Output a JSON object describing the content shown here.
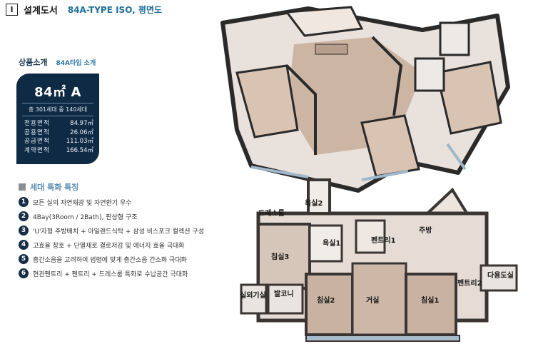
{
  "header": {
    "section_number": "I",
    "title": "설계도서",
    "subtitle": "84A-TYPE ISO, 평면도"
  },
  "intro": {
    "title": "상품소개",
    "subtitle": "84A타입 소개"
  },
  "card": {
    "type": "84㎡ A",
    "count": "총 301세대 중 140세대",
    "areas": [
      {
        "label": "전용면적",
        "value": "84.97㎡"
      },
      {
        "label": "공용면적",
        "value": "26.06㎡"
      },
      {
        "label": "공급면적",
        "value": "111.03㎡"
      },
      {
        "label": "계약면적",
        "value": "166.54㎡"
      }
    ]
  },
  "features": {
    "title": "세대 특화 특징",
    "items": [
      {
        "num": "1",
        "text": "모든 실의 자연채광 및 자연환기 우수"
      },
      {
        "num": "2",
        "text": "4Bay(3Room / 2Bath), 판상형 구조"
      },
      {
        "num": "3",
        "text": "'U'자형 주방배치 + 아일랜드식탁 + 삼성 비스포크 컬렉션 구성"
      },
      {
        "num": "4",
        "text": "고효율 창호 + 단열재로 결로저감 및 에너지 효율 극대화"
      },
      {
        "num": "5",
        "text": "층간소음을 고려하여 법령에 맞게 층간소음 간소화 극대화"
      },
      {
        "num": "6",
        "text": "현관펜트리 + 펜트리 + 드레스룸 특화로 수납공간 극대화"
      }
    ]
  },
  "plan": {
    "rooms": {
      "bath2": "욕실2",
      "dress": "드레스룸",
      "kitchen": "주방",
      "bath1": "욕실1",
      "pantry1": "펜트리1",
      "room3": "침실3",
      "pantry2": "펜트리2",
      "multi": "다용도실",
      "outdoor": "실외기실",
      "balcony": "발코니",
      "room2": "침실2",
      "living": "거실",
      "room1": "침실1"
    }
  },
  "colors": {
    "navy": "#0f2a45",
    "accent": "#1f6e9b",
    "wall": "#2e2a29",
    "floor": "#d8c8bd",
    "wood": "#c9b2a2"
  }
}
